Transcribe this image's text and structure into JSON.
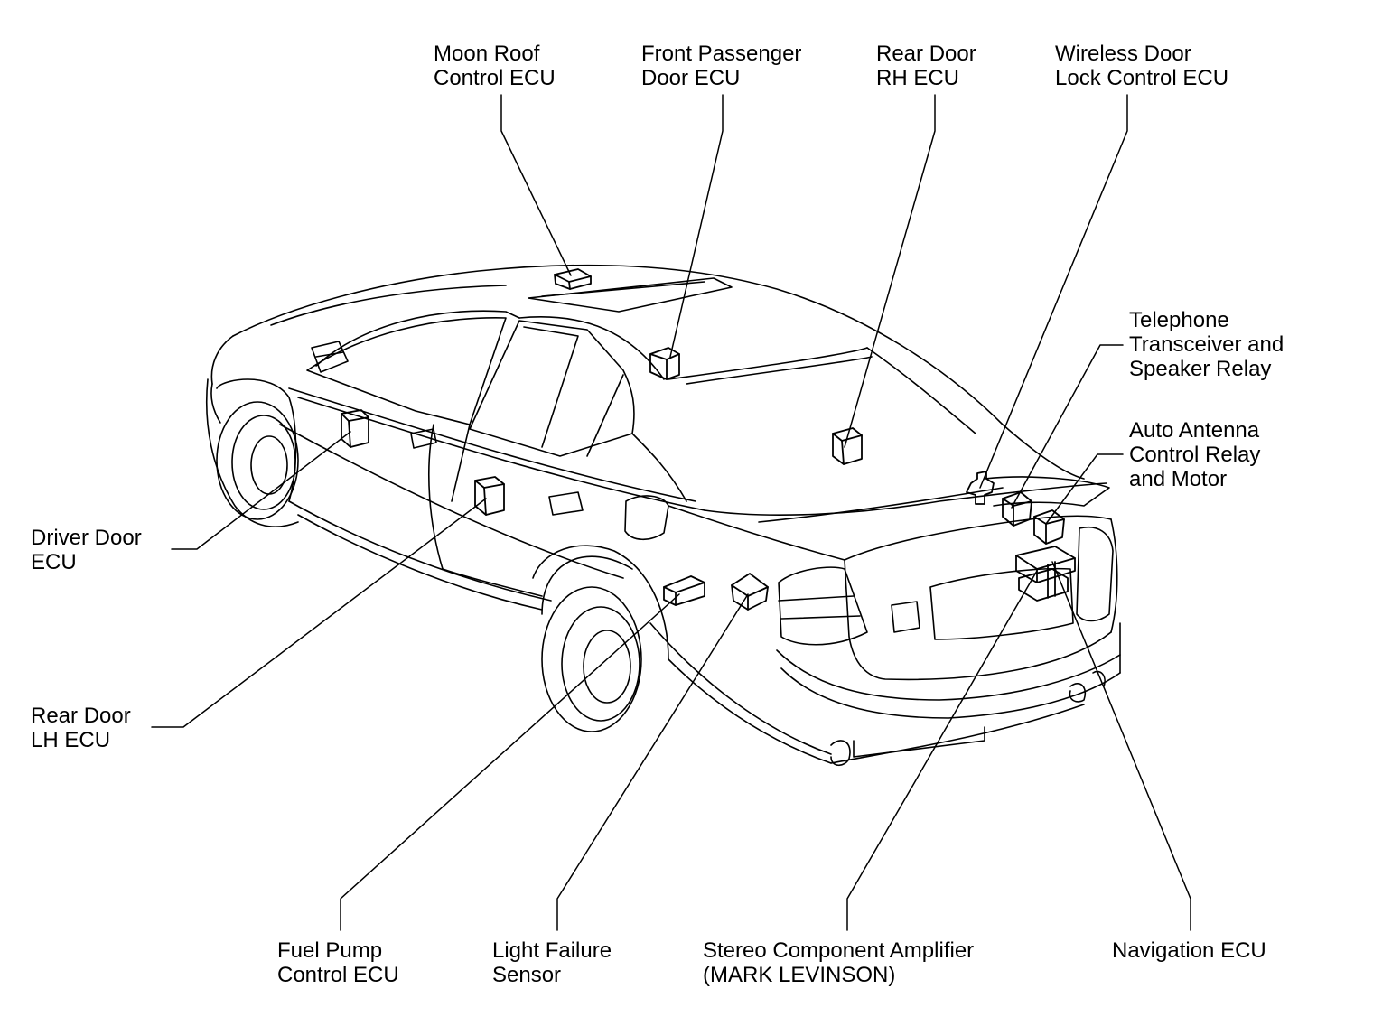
{
  "colors": {
    "ink": "#000000",
    "paper": "#ffffff"
  },
  "labels": {
    "moon_roof": {
      "line1": "Moon Roof",
      "line2": "Control ECU"
    },
    "front_passenger": {
      "line1": "Front Passenger",
      "line2": "Door ECU"
    },
    "rear_door_rh": {
      "line1": "Rear Door",
      "line2": "RH ECU"
    },
    "wireless_door_lock": {
      "line1": "Wireless Door",
      "line2": "Lock Control ECU"
    },
    "telephone": {
      "line1": "Telephone",
      "line2": "Transceiver and",
      "line3": "Speaker Relay"
    },
    "auto_antenna": {
      "line1": "Auto Antenna",
      "line2": "Control Relay",
      "line3": "and Motor"
    },
    "driver_door": {
      "line1": "Driver Door",
      "line2": "ECU"
    },
    "rear_door_lh": {
      "line1": "Rear Door",
      "line2": "LH ECU"
    },
    "fuel_pump": {
      "line1": "Fuel Pump",
      "line2": "Control ECU"
    },
    "light_failure": {
      "line1": "Light Failure",
      "line2": "Sensor"
    },
    "stereo_amp": {
      "line1": "Stereo Component Amplifier",
      "line2": "(MARK LEVINSON)"
    },
    "navigation": {
      "line1": "Navigation ECU"
    }
  }
}
